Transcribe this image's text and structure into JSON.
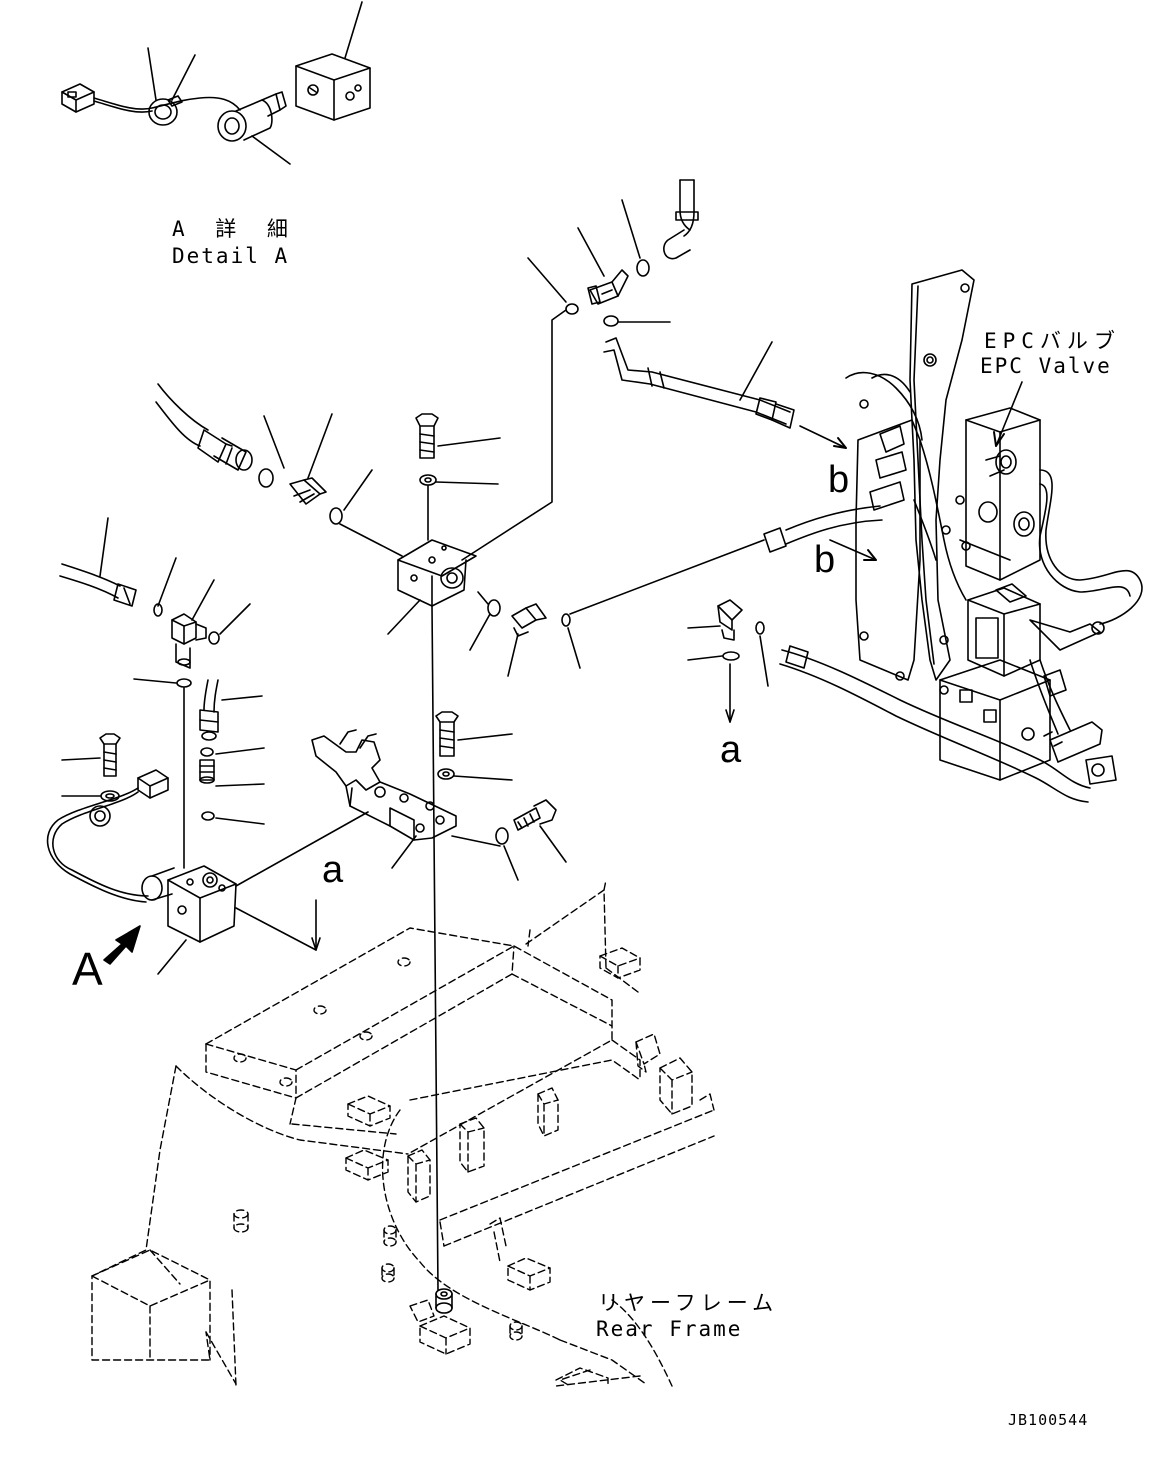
{
  "labels": {
    "detail_a_jp": "A 詳 細",
    "detail_a_en": "Detail A",
    "epc_valve_jp": "EPCバルブ",
    "epc_valve_en": "EPC Valve",
    "rear_frame_jp": "リヤーフレーム",
    "rear_frame_en": "Rear Frame",
    "view_a": "A",
    "ref_a_left": "a",
    "ref_a_right": "a",
    "ref_b_upper": "b",
    "ref_b_lower": "b",
    "drawing_code": "JB100544"
  },
  "colors": {
    "line": "#000000",
    "background": "#ffffff"
  },
  "icons": {
    "view_arrow": "bold-arrow-icon"
  }
}
